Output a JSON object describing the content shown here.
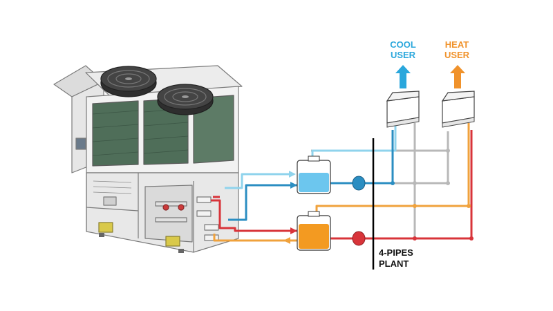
{
  "labels": {
    "cool_user": [
      "COOL",
      "USER"
    ],
    "heat_user": [
      "HEAT",
      "USER"
    ],
    "plant": [
      "4-PIPES",
      "PLANT"
    ]
  },
  "colors": {
    "cold_return": "#8fd3ec",
    "cold_supply": "#2b8ec2",
    "hot_supply": "#d8343a",
    "hot_return": "#f0a23c",
    "neutral_pipe": "#b8b8b8",
    "cool_accent": "#2aa7dc",
    "heat_accent": "#f0922b",
    "unit_line": "#7a7a7a",
    "cold_tank_fill": "#6cc6ee",
    "hot_tank_fill": "#f39a21"
  },
  "icons": {
    "heat_pump": "heat-pump-unit-icon",
    "cold_tank": "cold-water-tank-icon",
    "hot_tank": "hot-water-tank-icon",
    "cold_pump": "cold-pump-icon",
    "hot_pump": "hot-pump-icon",
    "cool_terminal": "cool-fan-coil-icon",
    "heat_terminal": "heat-fan-coil-icon",
    "cool_arrow": "cool-air-arrow-icon",
    "heat_arrow": "heat-air-arrow-icon"
  }
}
